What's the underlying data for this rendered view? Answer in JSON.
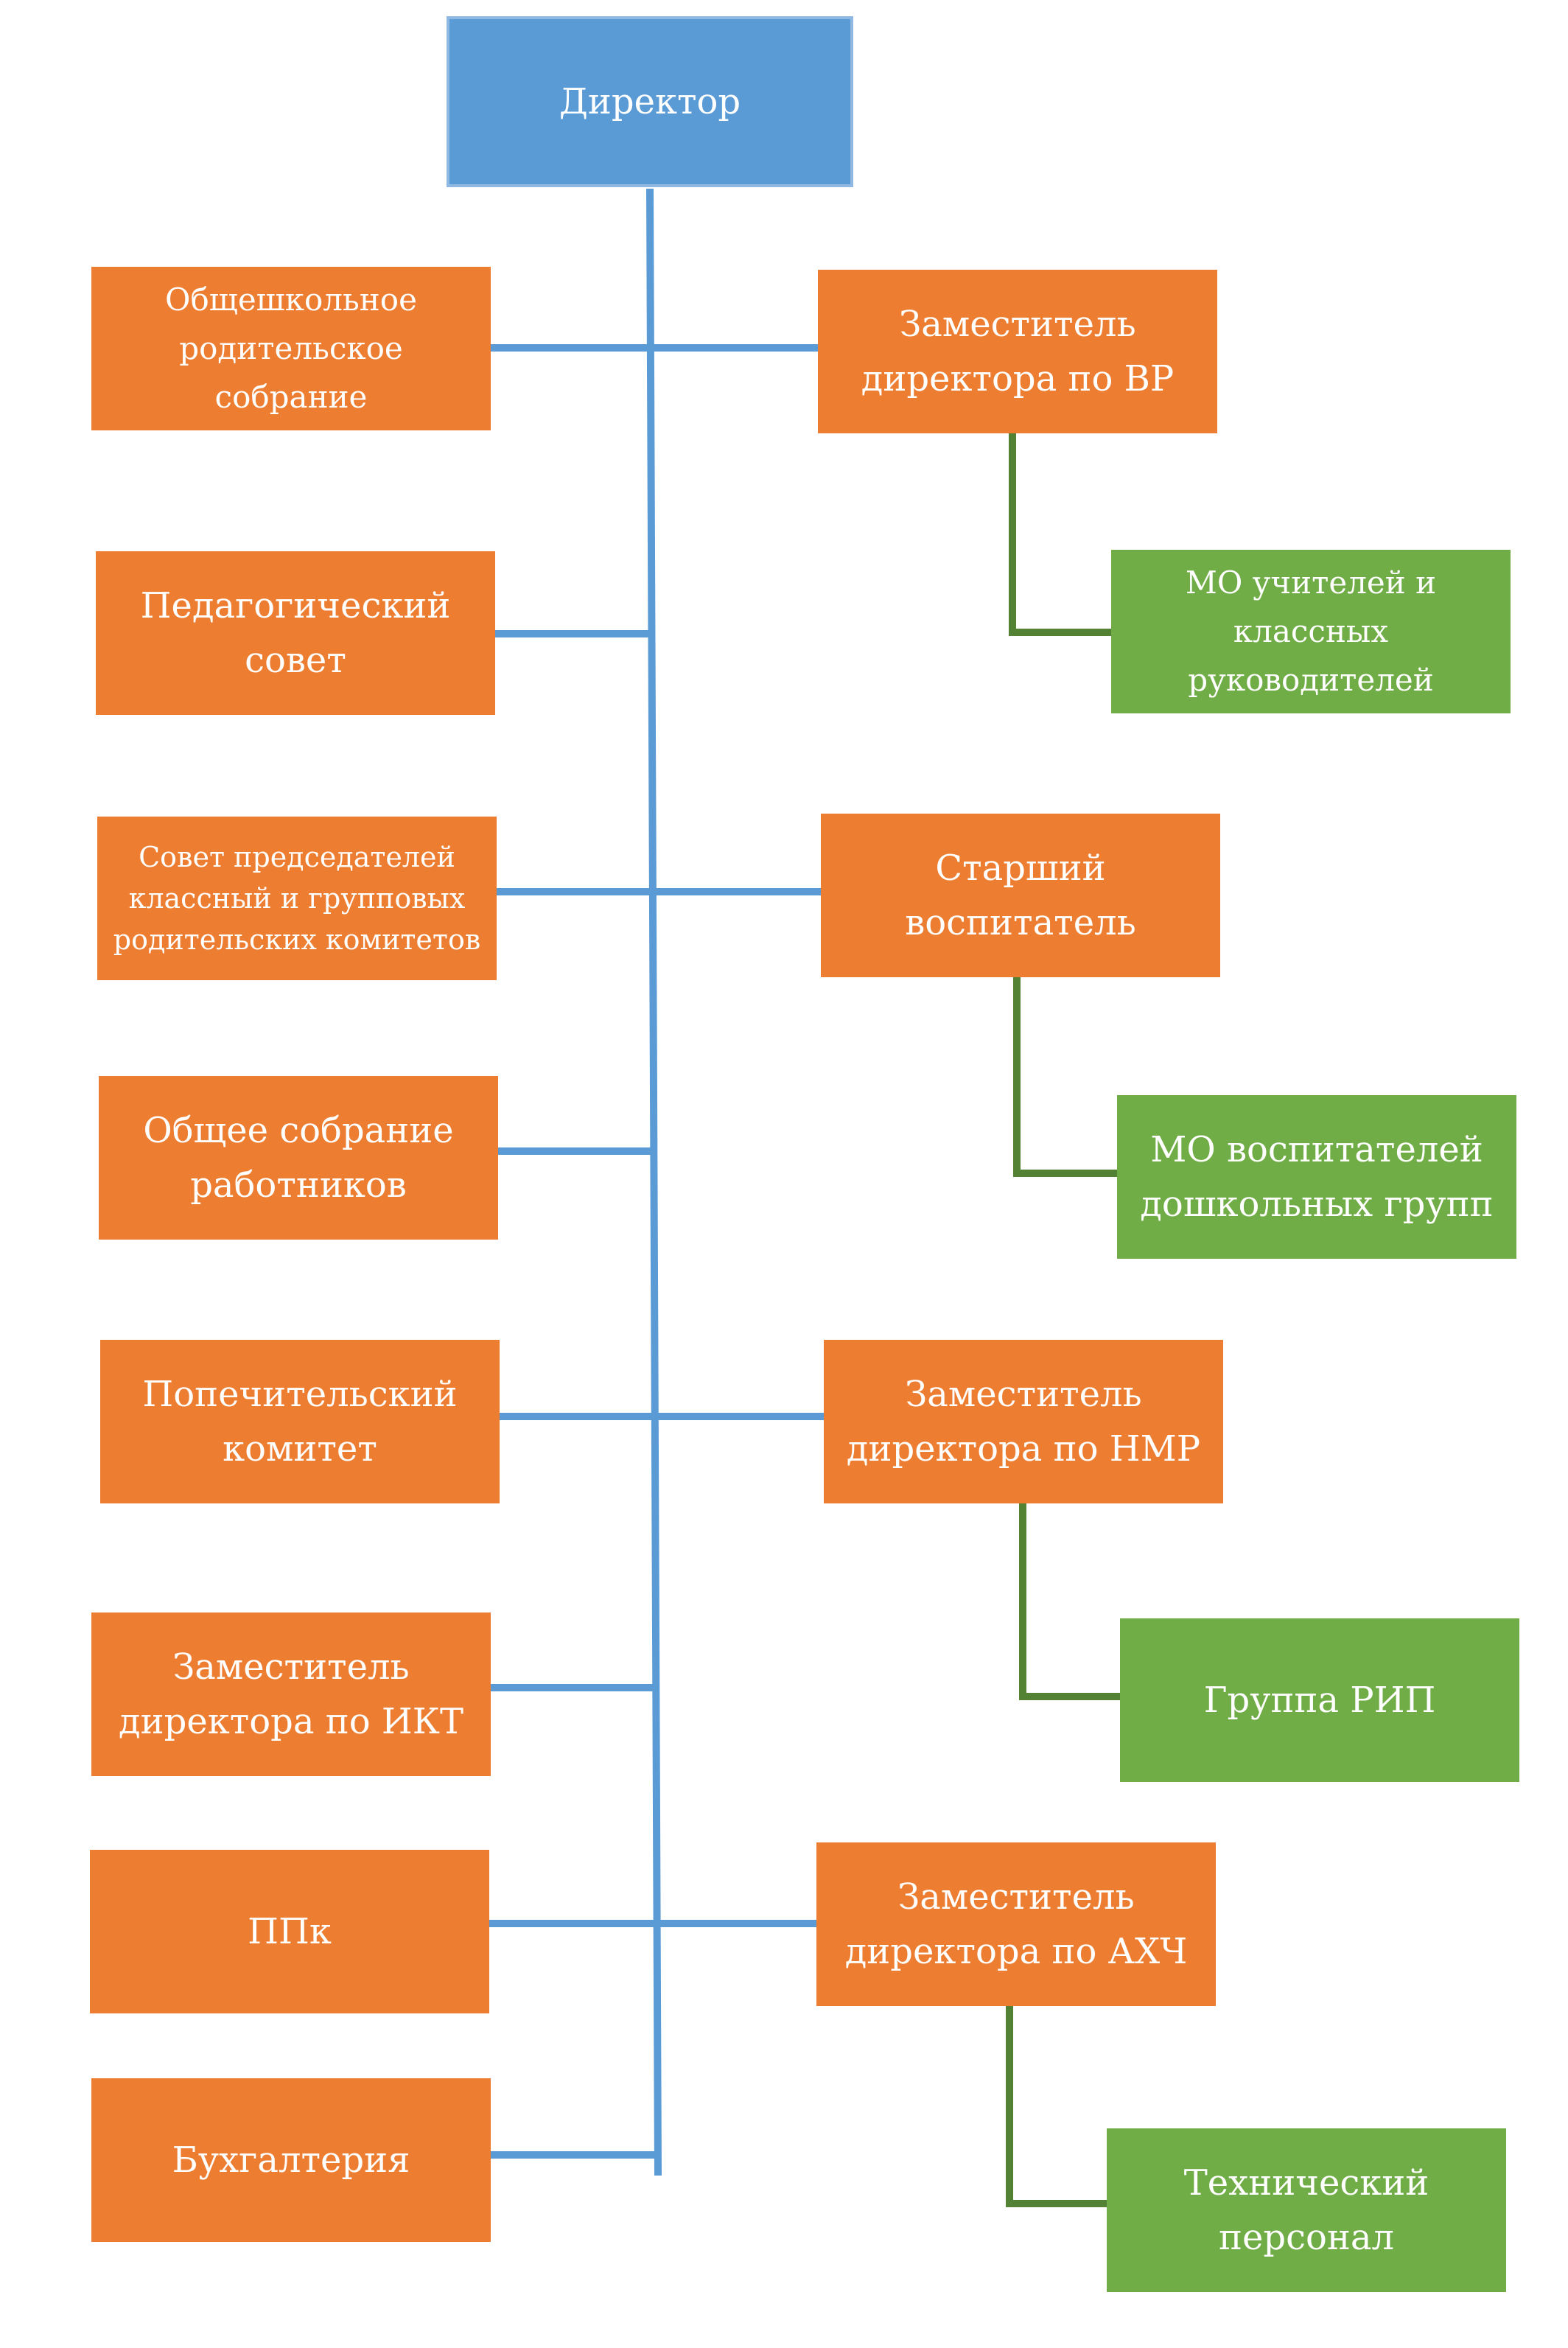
{
  "colors": {
    "director": "#5b9bd5",
    "unit": "#ed7d31",
    "subunit": "#70ad47",
    "trunk_line": "#5b9bd5",
    "sub_line": "#548235"
  },
  "director": {
    "label": "Директор"
  },
  "left_units": [
    {
      "label": "Общешкольное\nродительское\nсобрание"
    },
    {
      "label": "Педагогический\nсовет"
    },
    {
      "label": "Совет председателей\nклассный и групповых\nродительских комитетов"
    },
    {
      "label": "Общее собрание\nработников"
    },
    {
      "label": "Попечительский\nкомитет"
    },
    {
      "label": "Заместитель\nдиректора по ИКТ"
    },
    {
      "label": "ППк"
    },
    {
      "label": "Бухгалтерия"
    }
  ],
  "right_units": [
    {
      "label": "Заместитель\nдиректора по ВР",
      "subunit": "МО учителей и\nклассных\nруководителей"
    },
    {
      "label": "Старший\nвоспитатель",
      "subunit": "МО воспитателей\nдошкольных групп"
    },
    {
      "label": "Заместитель\nдиректора по НМР",
      "subunit": "Группа РИП"
    },
    {
      "label": "Заместитель\nдиректора по АХЧ",
      "subunit": "Технический\nперсонал"
    }
  ]
}
